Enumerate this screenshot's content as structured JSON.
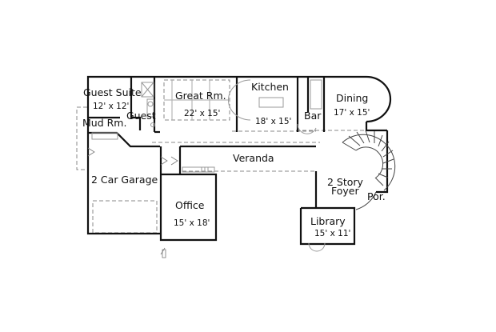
{
  "plan": {
    "background": "#ffffff",
    "wall_color": "#111111",
    "fixture_color": "#888888",
    "rooms": [
      {
        "id": "guest-suite",
        "name": "Guest Suite",
        "size": "12' x 12'"
      },
      {
        "id": "mud-room",
        "name": "Mud Rm.",
        "size": ""
      },
      {
        "id": "guest-bath",
        "name": "Guest",
        "size": ""
      },
      {
        "id": "great-room",
        "name": "Great Rm.",
        "size": "22' x 15'"
      },
      {
        "id": "kitchen",
        "name": "Kitchen",
        "size": "18' x 15'"
      },
      {
        "id": "bar",
        "name": "Bar",
        "size": ""
      },
      {
        "id": "dining",
        "name": "Dining",
        "size": "17' x 15'"
      },
      {
        "id": "veranda",
        "name": "Veranda",
        "size": ""
      },
      {
        "id": "garage",
        "name": "2 Car Garage",
        "size": ""
      },
      {
        "id": "office",
        "name": "Office",
        "size": "15' x 18'"
      },
      {
        "id": "foyer",
        "name": "2 Story",
        "name2": "Foyer",
        "size": ""
      },
      {
        "id": "porch",
        "name": "Por.",
        "size": ""
      },
      {
        "id": "library",
        "name": "Library",
        "size": "15' x 11'"
      }
    ]
  }
}
